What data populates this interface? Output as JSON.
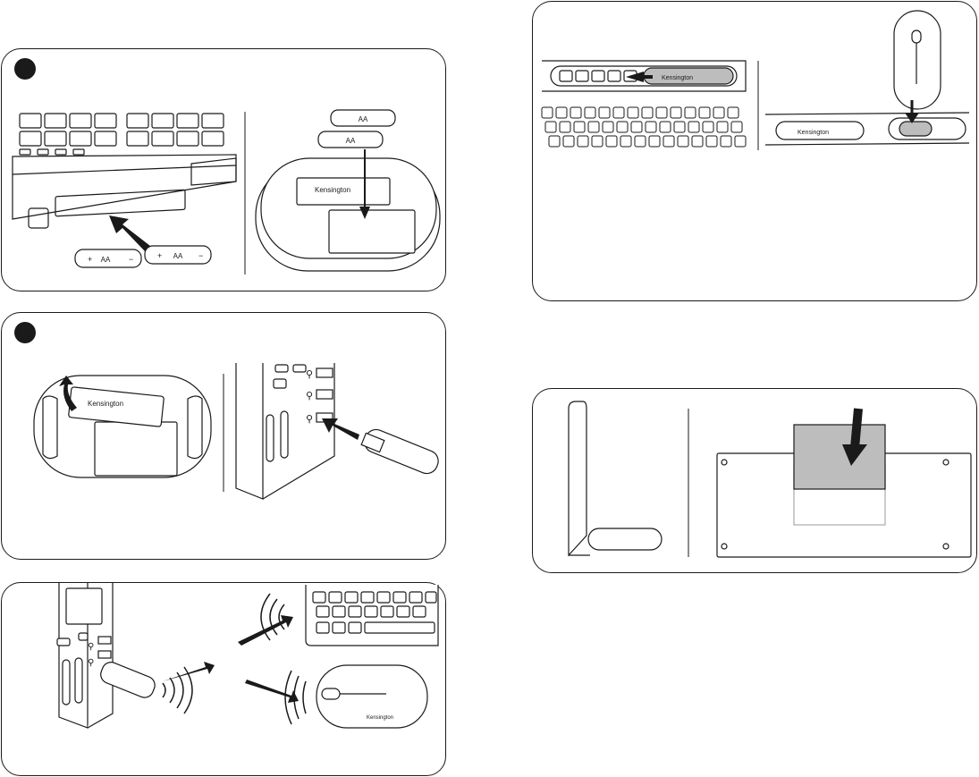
{
  "labels": {
    "brand": "Kensington",
    "battery": "AA",
    "plus": "+",
    "minus": "−",
    "dongle_text": "Kensington"
  },
  "steps": [
    {
      "id": "battery-install",
      "badge": ""
    },
    {
      "id": "receiver-remove",
      "badge": ""
    },
    {
      "id": "wireless-connect",
      "badge": ""
    },
    {
      "id": "mouse-dock",
      "badge": ""
    },
    {
      "id": "receiver-storage",
      "badge": ""
    }
  ],
  "colors": {
    "ink": "#1a1a1a",
    "shade": "#bdbdbd",
    "shade_dark": "#a9a9a9",
    "paper": "#ffffff"
  }
}
